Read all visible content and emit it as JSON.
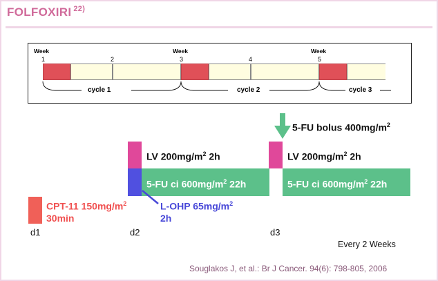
{
  "title": {
    "text": "FOLFOXIRI",
    "ref_num": "22)"
  },
  "timeline": {
    "week_word": "Week",
    "week_numbers": [
      "1",
      "2",
      "3",
      "4",
      "5"
    ],
    "cycles": [
      "cycle 1",
      "cycle 2",
      "cycle 3"
    ]
  },
  "regimen": {
    "bolus": {
      "pre": "5-FU bolus 400mg/m",
      "sup": "2"
    },
    "lv_d2": {
      "pre": "LV 200mg/m",
      "sup": "2",
      "post": " 2h"
    },
    "lv_d3": {
      "pre": "LV 200mg/m",
      "sup": "2",
      "post": " 2h"
    },
    "fu_d2": {
      "pre": "5-FU ci 600mg/m",
      "sup": "2",
      "post": " 22h"
    },
    "fu_d3": {
      "pre": "5-FU ci 600mg/m",
      "sup": "2",
      "post": " 22h"
    },
    "cpt": {
      "pre": "CPT-11 150mg/m",
      "sup": "2",
      "line2": "30min"
    },
    "lohp": {
      "pre": "L-OHP 65mg/m",
      "sup": "2",
      "line2": "2h"
    },
    "days": [
      "d1",
      "d2",
      "d3"
    ],
    "frequency": "Every 2 Weeks"
  },
  "reference": "Souglakos J, et al.: Br J Cancer. 94(6): 798-805, 2006",
  "colors": {
    "accent": "#d06a9a",
    "lv": "#e0489a",
    "loh": "#5050e0",
    "fu": "#5cc08a",
    "cpt": "#f06058",
    "timeline_red": "#e05058",
    "timeline_yellow": "#fffde0"
  }
}
